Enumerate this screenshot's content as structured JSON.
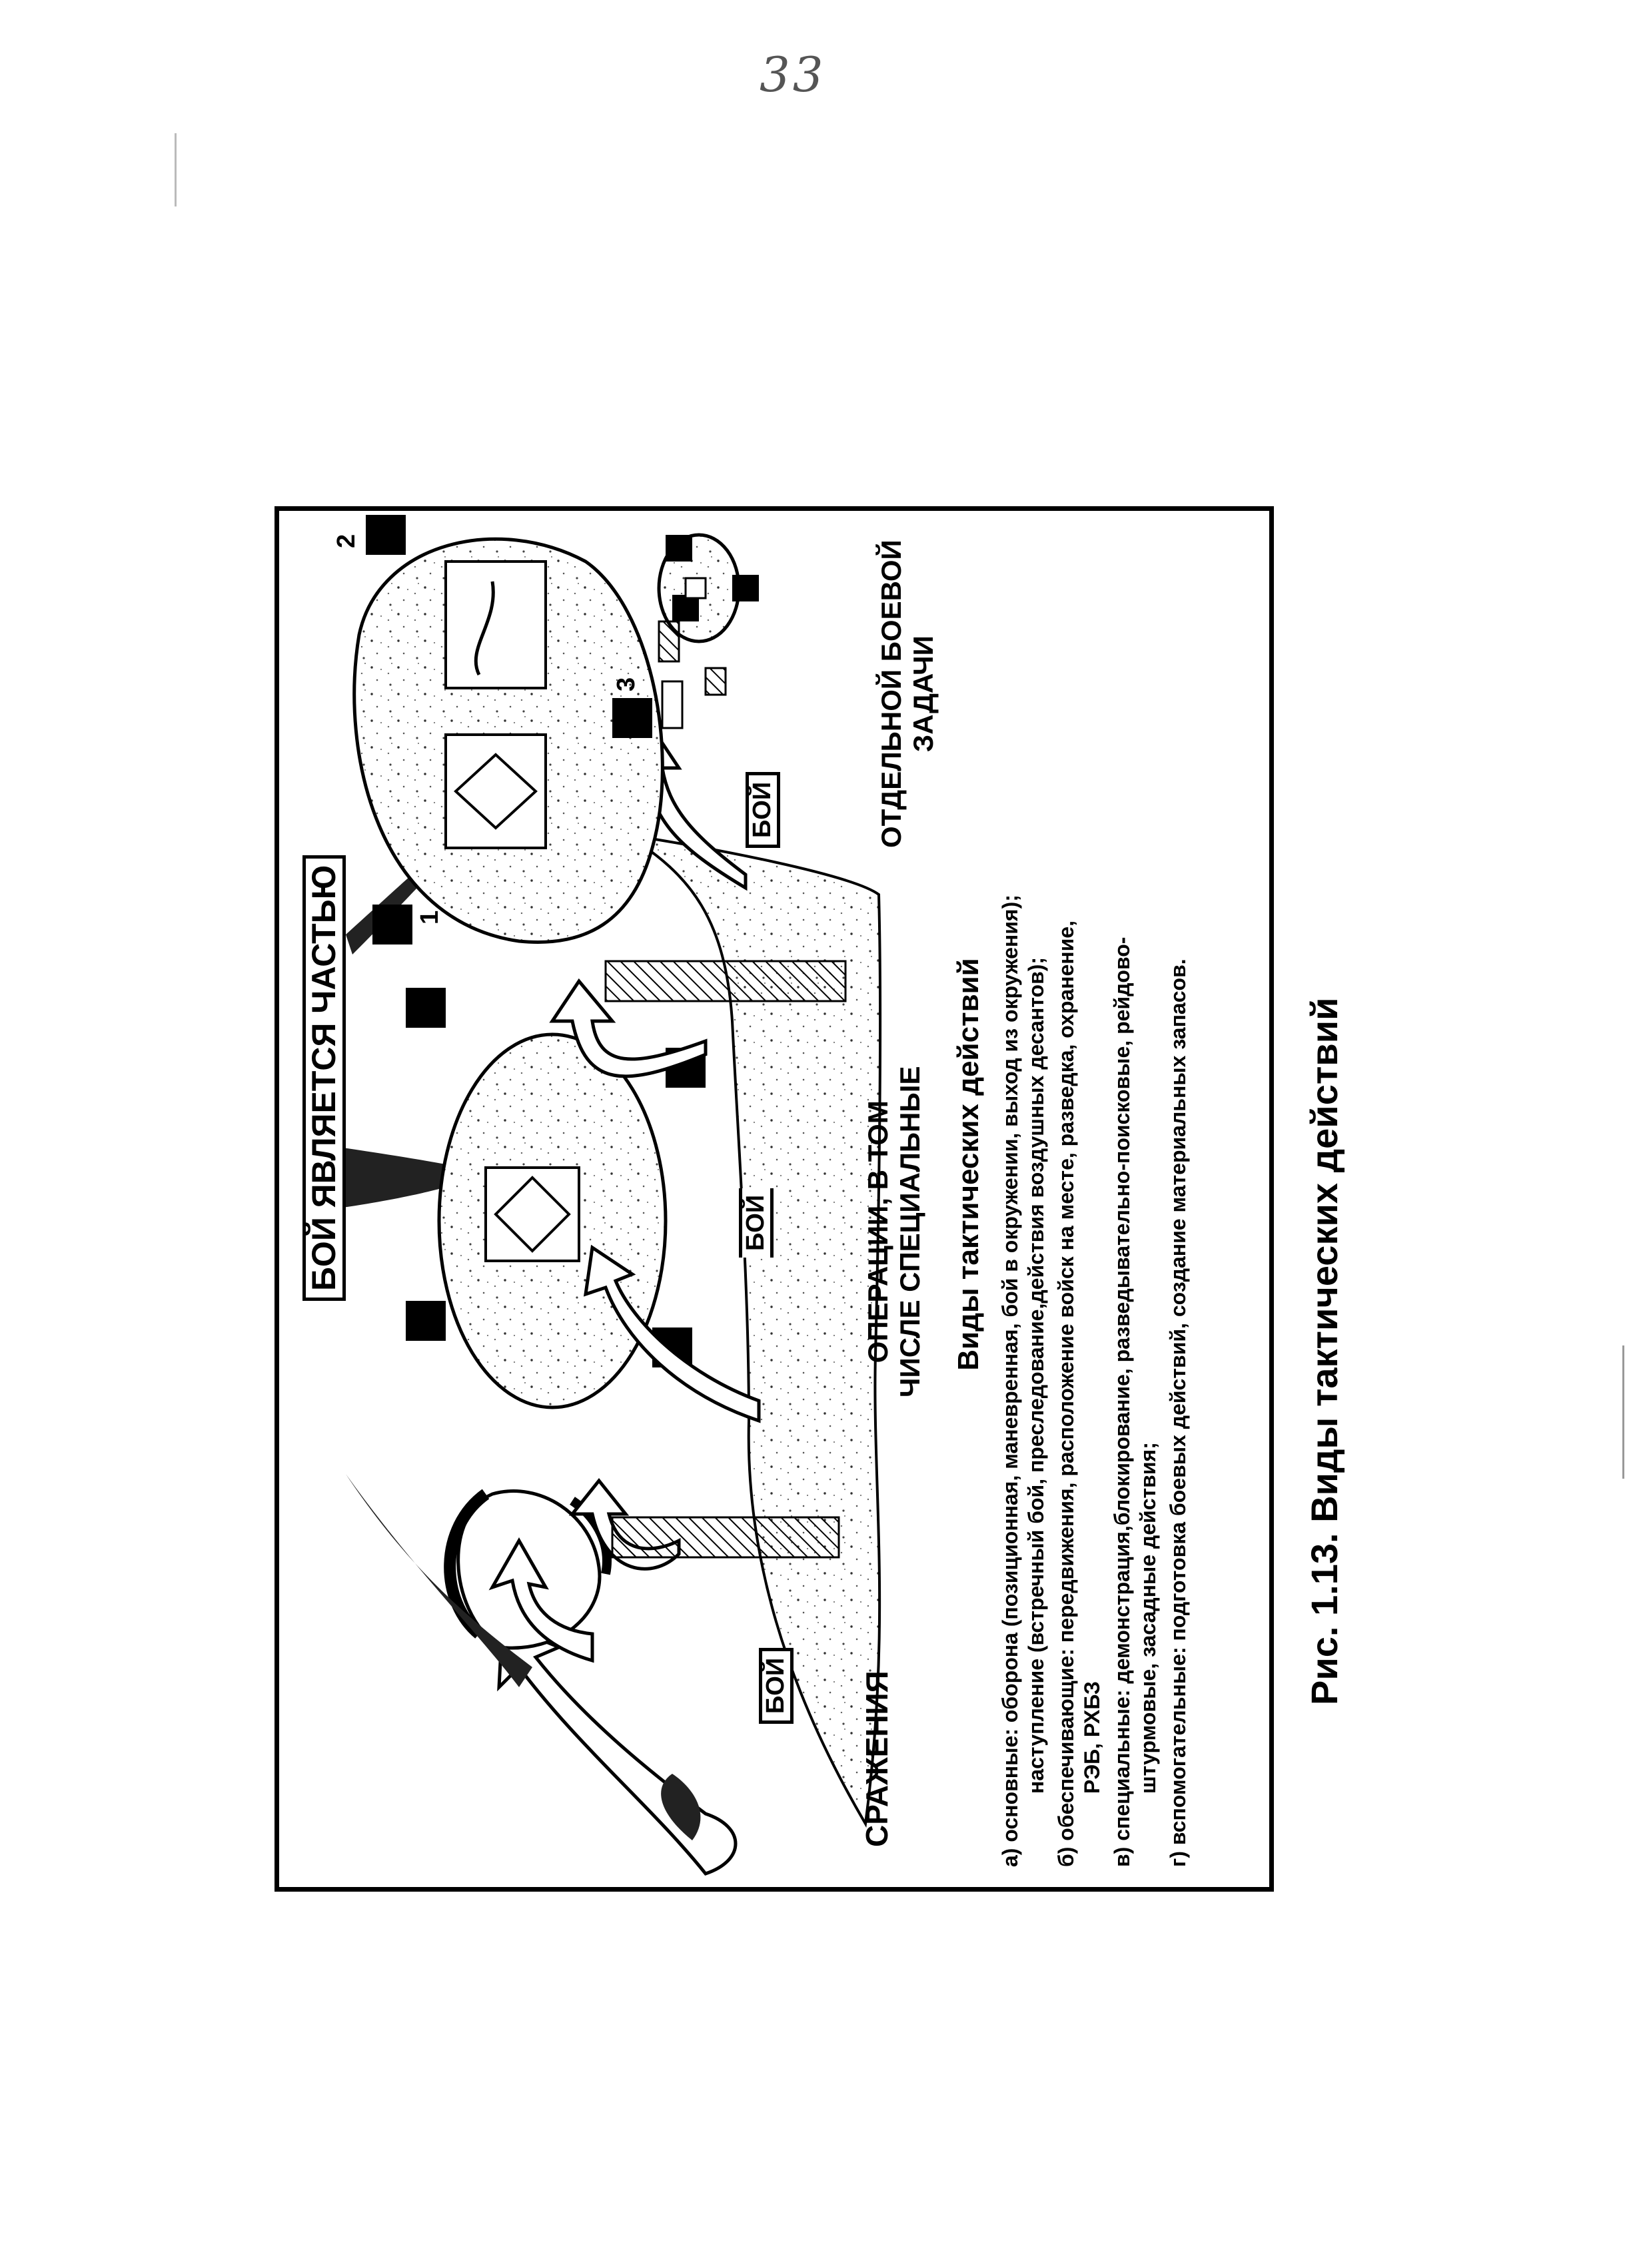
{
  "page": {
    "number": "33"
  },
  "diagram": {
    "top_label": "БОЙ ЯВЛЯЕТСЯ ЧАСТЬЮ",
    "srazhenia_label": "СРАЖЕНИЯ",
    "operatsii_label_line1": "ОПЕРАЦИИ, В ТОМ",
    "operatsii_label_line2": "ЧИСЛЕ СПЕЦИАЛЬНЫЕ",
    "otdelnoy_label_line1": "ОТДЕЛЬНОЙ БОЕВОЙ",
    "otdelnoy_label_line2": "ЗАДАЧИ",
    "boi_label": "БОЙ",
    "markers": [
      "1",
      "2",
      "3"
    ]
  },
  "legend": {
    "title": "Виды тактических действий",
    "items": [
      {
        "line1": "а) основные: оборона (позиционная, маневренная, бой в окружении, выход из окружения);",
        "line2": "наступление (встречный бой, преследование,действия воздушных десантов);"
      },
      {
        "line1": "б) обеспечивающие: передвижения, расположение войск на месте, разведка, охранение,",
        "line2": "РЭБ, РХБЗ"
      },
      {
        "line1": "в) специальные: демонстрация,блокирование, разведывательно-поисковые, рейдово-",
        "line2": "штурмовые, засадные действия;"
      },
      {
        "line1": "г) вспомогательные: подготовка боевых действий, создание материальных запасов.",
        "line2": ""
      }
    ]
  },
  "caption": "Рис. 1.13. Виды тактических действий"
}
